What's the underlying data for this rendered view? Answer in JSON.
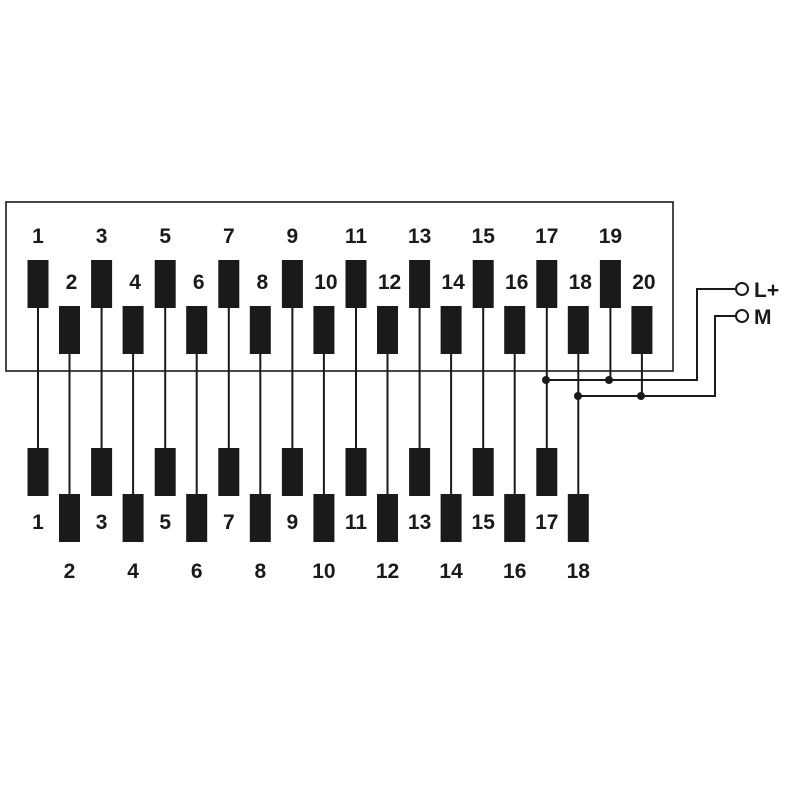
{
  "top_terminals": [
    "1",
    "2",
    "3",
    "4",
    "5",
    "6",
    "7",
    "8",
    "9",
    "10",
    "11",
    "12",
    "13",
    "14",
    "15",
    "16",
    "17",
    "18",
    "19",
    "20"
  ],
  "bottom_terminals": [
    "1",
    "2",
    "3",
    "4",
    "5",
    "6",
    "7",
    "8",
    "9",
    "10",
    "11",
    "12",
    "13",
    "14",
    "15",
    "16",
    "17",
    "18"
  ],
  "supply": {
    "positive_label": "L+",
    "negative_label": "M"
  },
  "colors": {
    "ink": "#1a1a1a",
    "background": "#ffffff"
  }
}
